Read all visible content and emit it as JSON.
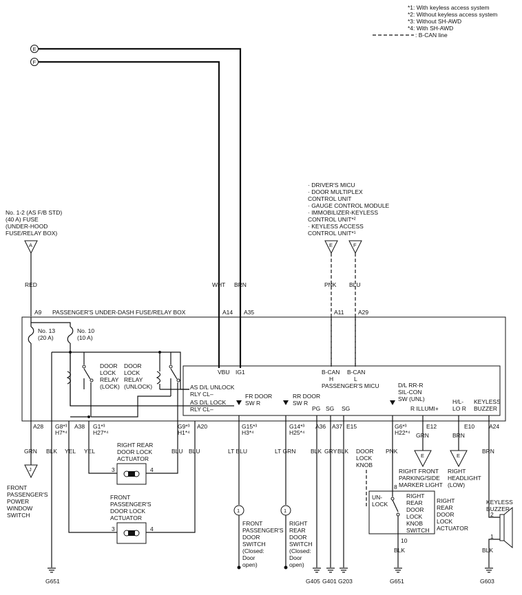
{
  "legend": [
    "*1: With keyless access system",
    "*2: Without keyless access system",
    "*3: Without SH-AWD",
    "*4: With SH-AWD",
    ": B-CAN line"
  ],
  "page_connectors": {
    "e": "E",
    "f": "F"
  },
  "fuse_source": {
    "lines": [
      "No. 1-2 (AS F/B STD)",
      "(40 A) FUSE",
      "(UNDER-HOOD",
      "FUSE/RELAY BOX)"
    ],
    "connector": "A",
    "wire": "RED"
  },
  "can_units": {
    "lines": [
      "· DRIVER'S MICU",
      "· DOOR MULTIPLEX",
      "CONTROL UNIT",
      "· GAUGE CONTROL MODULE",
      "· IMMOBILIZER-KEYLESS",
      "CONTROL UNIT*²",
      "· KEYLESS ACCESS",
      "CONTROL UNIT*¹"
    ],
    "connector_e": "E",
    "connector_f": "F",
    "wire_e": "PNK",
    "wire_f": "BLU",
    "pin_e": "A11",
    "pin_f": "A29"
  },
  "top_wires": {
    "wht": "WHT",
    "brn": "BRN",
    "pin_wht": "A14",
    "pin_brn": "A35"
  },
  "fuse_box": {
    "title": "PASSENGER'S UNDER-DASH FUSE/RELAY BOX",
    "pin_in": "A9",
    "fuse13": [
      "No. 13",
      "(20 A)"
    ],
    "fuse10": [
      "No. 10",
      "(10 A)"
    ],
    "relay_lock": [
      "DOOR",
      "LOCK",
      "RELAY",
      "(LOCK)"
    ],
    "relay_unlock": [
      "DOOR",
      "LOCK",
      "RELAY",
      "(UNLOCK)"
    ]
  },
  "micu": {
    "title": "PASSENGER'S MICU",
    "vbu": "VBU",
    "ig1": "IG1",
    "bcan_h": [
      "B-CAN",
      "H"
    ],
    "bcan_l": [
      "B-CAN",
      "L"
    ],
    "unlock_rly": [
      "AS D/L UNLOCK",
      "RLY CL–"
    ],
    "lock_rly": [
      "AS D/L LOCK",
      "RLY CL–"
    ],
    "fr_door_sw": [
      "FR DOOR",
      "SW R"
    ],
    "rr_door_sw": [
      "RR DOOR",
      "SW R"
    ],
    "pg": "PG",
    "sg1": "SG",
    "sg2": "SG",
    "dl_sw": [
      "D/L RR-R",
      "SIL-CON",
      "SW (UNL)"
    ],
    "illumi": "R ILLUMI+",
    "hl": [
      "H/L-",
      "LO R"
    ],
    "keyless": [
      "KEYLESS",
      "BUZZER"
    ]
  },
  "pins": {
    "a28": "A28",
    "g8h7": [
      "G8*³",
      "H7*⁴"
    ],
    "a38": "A38",
    "g1h27": [
      "G1*³",
      "H27*⁴"
    ],
    "g9h1": [
      "G9*³",
      "H1*⁴"
    ],
    "a20": "A20",
    "g15h3": [
      "G15*³",
      "H3*⁴"
    ],
    "g14h25": [
      "G14*³",
      "H25*⁴"
    ],
    "a36": "A36",
    "a37": "A37",
    "e15": "E15",
    "g6h22": [
      "G6*³",
      "H22*⁴"
    ],
    "e12": "E12",
    "e10": "E10",
    "a24": "A24"
  },
  "wire_colors": {
    "grn": "GRN",
    "blk": "BLK",
    "yel1": "YEL",
    "yel2": "YEL",
    "blu1": "BLU",
    "blu2": "BLU",
    "ltblu": "LT BLU",
    "ltgrn": "LT GRN",
    "blk2": "BLK",
    "gry": "GRY",
    "blk3": "BLK",
    "pnk": "PNK",
    "grn2": "GRN",
    "brn2": "BRN",
    "brn3": "BRN",
    "blk4": "BLK",
    "blk5": "BLK"
  },
  "power_window": {
    "connector": "J",
    "lines": [
      "FRONT",
      "PASSENGER'S",
      "POWER",
      "WINDOW",
      "SWITCH"
    ]
  },
  "rr_actuator": {
    "lines": [
      "RIGHT REAR",
      "DOOR LOCK",
      "ACTUATOR"
    ],
    "pin3": "3",
    "pin4": "4"
  },
  "fp_actuator": {
    "lines": [
      "FRONT",
      "PASSENGER'S",
      "DOOR LOCK",
      "ACTUATOR"
    ],
    "pin3": "3",
    "pin4": "4"
  },
  "fp_door_sw": {
    "pin": "1",
    "lines": [
      "FRONT",
      "PASSENGER'S",
      "DOOR",
      "SWITCH",
      "(Closed:",
      "Door",
      "open)"
    ]
  },
  "rr_door_sw": {
    "pin": "1",
    "lines": [
      "RIGHT",
      "REAR",
      "DOOR",
      "SWITCH",
      "(Closed:",
      "Door",
      "open)"
    ]
  },
  "knob": {
    "label": [
      "DOOR",
      "LOCK",
      "KNOB"
    ],
    "un": "UN-",
    "lock": "LOCK",
    "pin8": "8",
    "pin10": "10",
    "switch_lines": [
      "RIGHT",
      "REAR",
      "DOOR",
      "LOCK",
      "KNOB",
      "SWITCH"
    ],
    "actuator_lines": [
      "RIGHT",
      "REAR",
      "DOOR",
      "LOCK",
      "ACTUATOR"
    ]
  },
  "marker_light": {
    "connector": "E",
    "lines": [
      "RIGHT FRONT",
      "PARKING/SIDE",
      "MARKER LIGHT"
    ]
  },
  "headlight": {
    "connector": "E",
    "lines": [
      "RIGHT",
      "HEADLIGHT",
      "(LOW)"
    ]
  },
  "buzzer": {
    "lines": [
      "KEYLESS",
      "BUZZER"
    ],
    "pin2": "2",
    "pin1": "1"
  },
  "grounds": {
    "g651a": "G651",
    "g405": "G405",
    "g401": "G401",
    "g203": "G203",
    "g651b": "G651",
    "g603": "G603"
  }
}
